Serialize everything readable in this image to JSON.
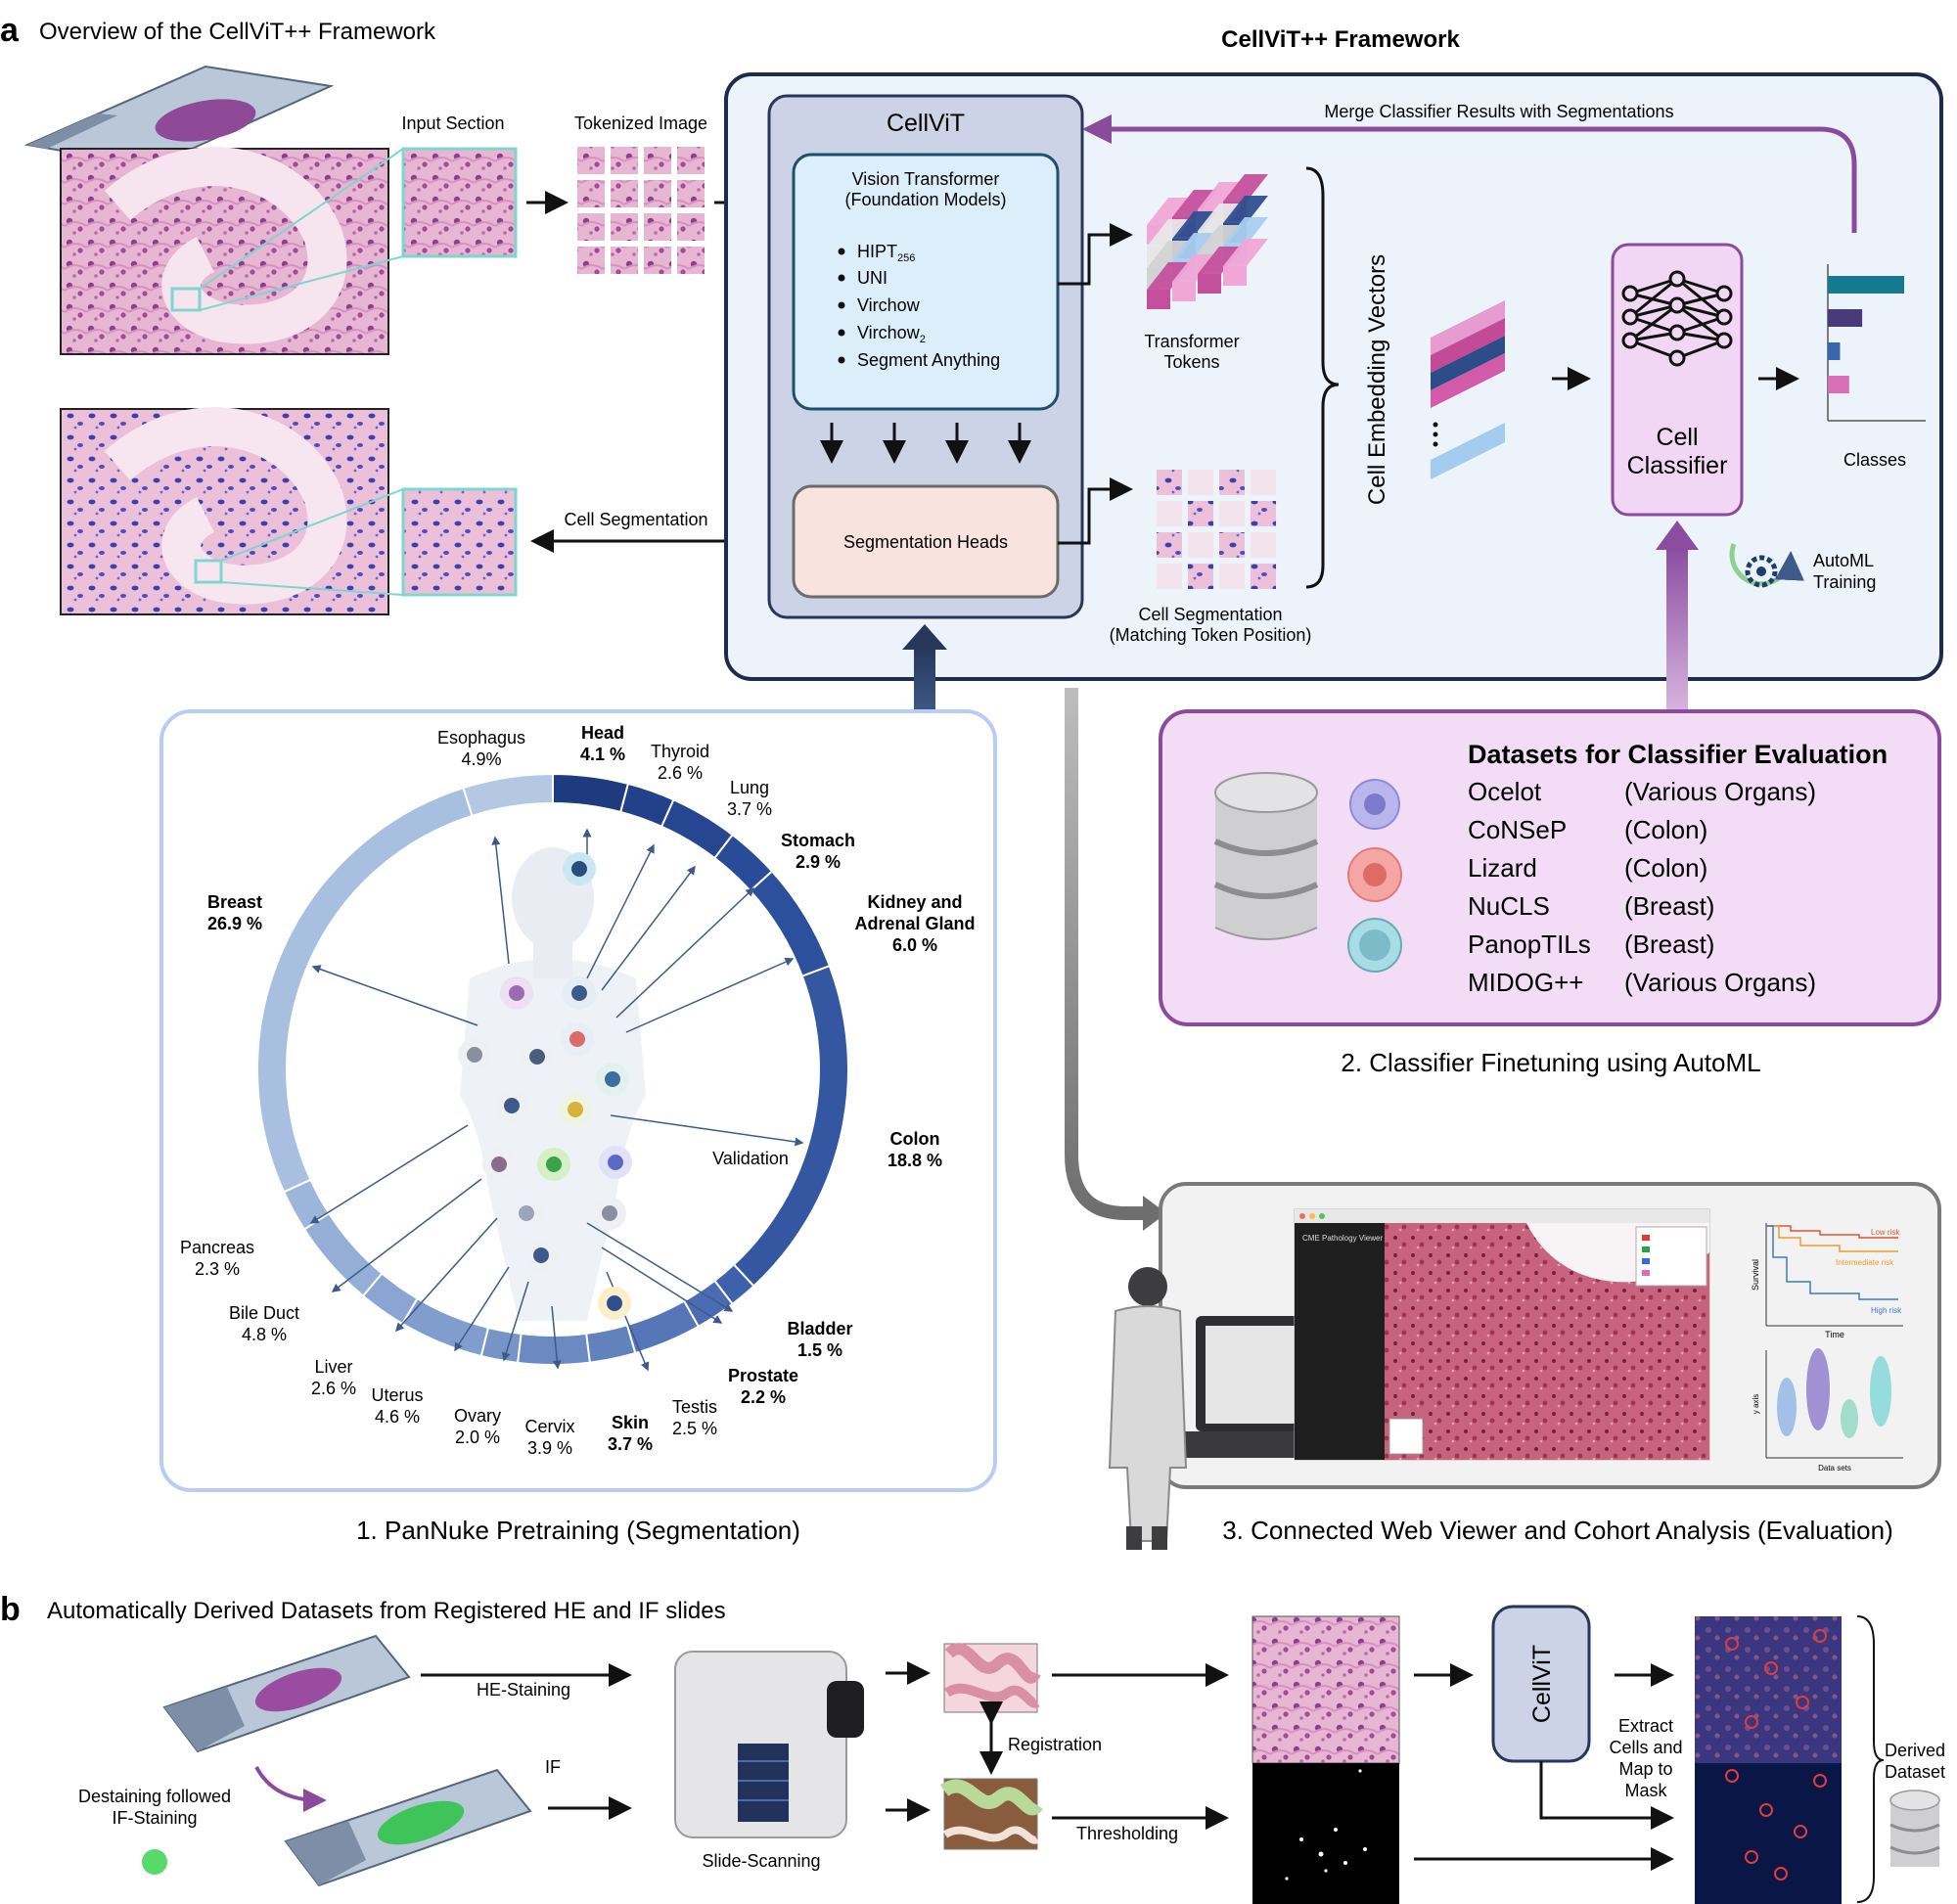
{
  "panel_a": {
    "letter": "a",
    "title": "Overview of the CellViT++ Framework",
    "input_section": "Input Section",
    "tokenized_image": "Tokenized Image",
    "cell_segmentation": "Cell Segmentation"
  },
  "framework": {
    "title": "CellViT++ Framework",
    "cellvit": "CellViT",
    "vit_title_1": "Vision Transformer",
    "vit_title_2": "(Foundation Models)",
    "models": [
      "HIPT256",
      "UNI",
      "Virchow",
      "Virchow2",
      "Segment Anything"
    ],
    "seg_heads": "Segmentation Heads",
    "merge": "Merge Classifier Results with Segmentations",
    "transformer_tokens_1": "Transformer",
    "transformer_tokens_2": "Tokens",
    "cell_seg_1": "Cell Segmentation",
    "cell_seg_2": "(Matching Token Position)",
    "embedding": "Cell Embedding Vectors",
    "classifier_1": "Cell",
    "classifier_2": "Classifier",
    "classes": "Classes",
    "automl_1": "AutoML",
    "automl_2": "Training",
    "class_colors": [
      "#15798f",
      "#4a3a7a",
      "#3a66b0",
      "#d76fb8"
    ],
    "class_values": [
      1.0,
      0.45,
      0.16,
      0.28
    ]
  },
  "pannuke": {
    "caption": "1.  PanNuke Pretraining (Segmentation)",
    "validation": "Validation",
    "organs": [
      {
        "name": "Esophagus",
        "pct": "4.9%"
      },
      {
        "name": "Head",
        "pct": "4.1 %"
      },
      {
        "name": "Thyroid",
        "pct": "2.6 %"
      },
      {
        "name": "Lung",
        "pct": "3.7 %"
      },
      {
        "name": "Stomach",
        "pct": "2.9 %"
      },
      {
        "name1": "Kidney and",
        "name2": "Adrenal Gland",
        "pct": "6.0 %"
      },
      {
        "name": "Breast",
        "pct": "26.9 %"
      },
      {
        "name": "Colon",
        "pct": "18.8 %"
      },
      {
        "name": "Pancreas",
        "pct": "2.3 %"
      },
      {
        "name": "Bile Duct",
        "pct": "4.8 %"
      },
      {
        "name": "Liver",
        "pct": "2.6 %"
      },
      {
        "name": "Uterus",
        "pct": "4.6 %"
      },
      {
        "name": "Ovary",
        "pct": "2.0 %"
      },
      {
        "name": "Cervix",
        "pct": "3.9 %"
      },
      {
        "name": "Skin",
        "pct": "3.7 %"
      },
      {
        "name": "Testis",
        "pct": "2.5 %"
      },
      {
        "name": "Prostate",
        "pct": "2.2 %"
      },
      {
        "name": "Bladder",
        "pct": "1.5 %"
      }
    ]
  },
  "datasets": {
    "title": "Datasets for Classifier Evaluation",
    "caption": "2. Classifier Finetuning using AutoML",
    "rows": [
      {
        "name": "Ocelot",
        "organ": "(Various Organs)"
      },
      {
        "name": "CoNSeP",
        "organ": "(Colon)"
      },
      {
        "name": "Lizard",
        "organ": "(Colon)"
      },
      {
        "name": "NuCLS",
        "organ": "(Breast)"
      },
      {
        "name": "PanopTILs",
        "organ": "(Breast)"
      },
      {
        "name": "MIDOG++",
        "organ": "(Various Organs)"
      }
    ]
  },
  "viewer": {
    "caption": "3. Connected Web Viewer and Cohort Analysis (Evaluation)",
    "app_title": "CME Pathology Viewer",
    "km_low": "Low risk",
    "km_mid": "Intermediate risk",
    "km_high": "High risk",
    "km_x": "Time",
    "km_y": "Survival",
    "violin_x": "Data sets",
    "violin_y": "y axis"
  },
  "panel_b": {
    "letter": "b",
    "title": "Automatically Derived Datasets from Registered HE and IF slides",
    "he_staining": "HE-Staining",
    "if": "IF",
    "destaining_1": "Destaining followed",
    "destaining_2": "IF-Staining",
    "slide_scanning": "Slide-Scanning",
    "registration": "Registration",
    "thresholding": "Thresholding",
    "cellvit": "CellViT",
    "extract_1": "Extract",
    "extract_2": "Cells and",
    "extract_3": "Map to",
    "extract_4": "Mask",
    "derived_1": "Derived",
    "derived_2": "Dataset"
  }
}
